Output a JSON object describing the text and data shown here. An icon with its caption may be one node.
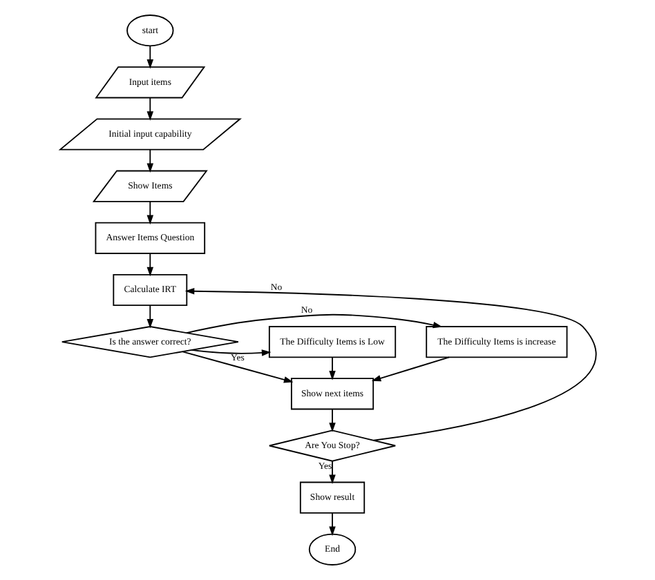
{
  "diagram": {
    "nodes": [
      {
        "text": [
          "start"
        ]
      },
      {
        "text": [
          "Input items"
        ]
      },
      {
        "text": [
          "Initial input capability"
        ]
      },
      {
        "text": [
          "Show Items"
        ]
      },
      {
        "text": [
          "Answer Items Question"
        ]
      },
      {
        "text": [
          "Calculate IRT"
        ]
      },
      {
        "text": [
          "Is the answer correct?"
        ]
      },
      {
        "text": [
          "The Difficulty Items is increase"
        ]
      },
      {
        "text": [
          "The Difficulty Items is Low"
        ]
      },
      {
        "text": [
          "Show next items"
        ]
      },
      {
        "text": [
          "Are You Stop?"
        ]
      },
      {
        "text": [
          "Show result"
        ]
      },
      {
        "text": [
          "End"
        ]
      }
    ],
    "edges": [
      {
        "from": 0,
        "to": 1,
        "arrow": "to"
      },
      {
        "from": 1,
        "to": 2,
        "arrow": "to"
      },
      {
        "from": 2,
        "to": 3,
        "arrow": "to"
      },
      {
        "from": 3,
        "to": 4,
        "arrow": "to"
      },
      {
        "from": 4,
        "to": 5,
        "arrow": "to"
      },
      {
        "from": 5,
        "to": 6,
        "arrow": "to"
      },
      {
        "from": 6,
        "to": 7,
        "arrow": "to",
        "label": "No"
      },
      {
        "from": 6,
        "to": 8,
        "arrow": "to",
        "label": "Yes"
      },
      {
        "from": 6,
        "to": 9,
        "arrow": "to"
      },
      {
        "from": 7,
        "to": 9,
        "arrow": "to"
      },
      {
        "from": 8,
        "to": 9,
        "arrow": "to"
      },
      {
        "from": 9,
        "to": 10,
        "arrow": "to"
      },
      {
        "from": 10,
        "to": 5,
        "arrow": "to",
        "label": "No"
      },
      {
        "from": 10,
        "to": 11,
        "arrow": "to",
        "label": "Yes"
      },
      {
        "from": 11,
        "to": 12,
        "arrow": "to"
      }
    ]
  }
}
